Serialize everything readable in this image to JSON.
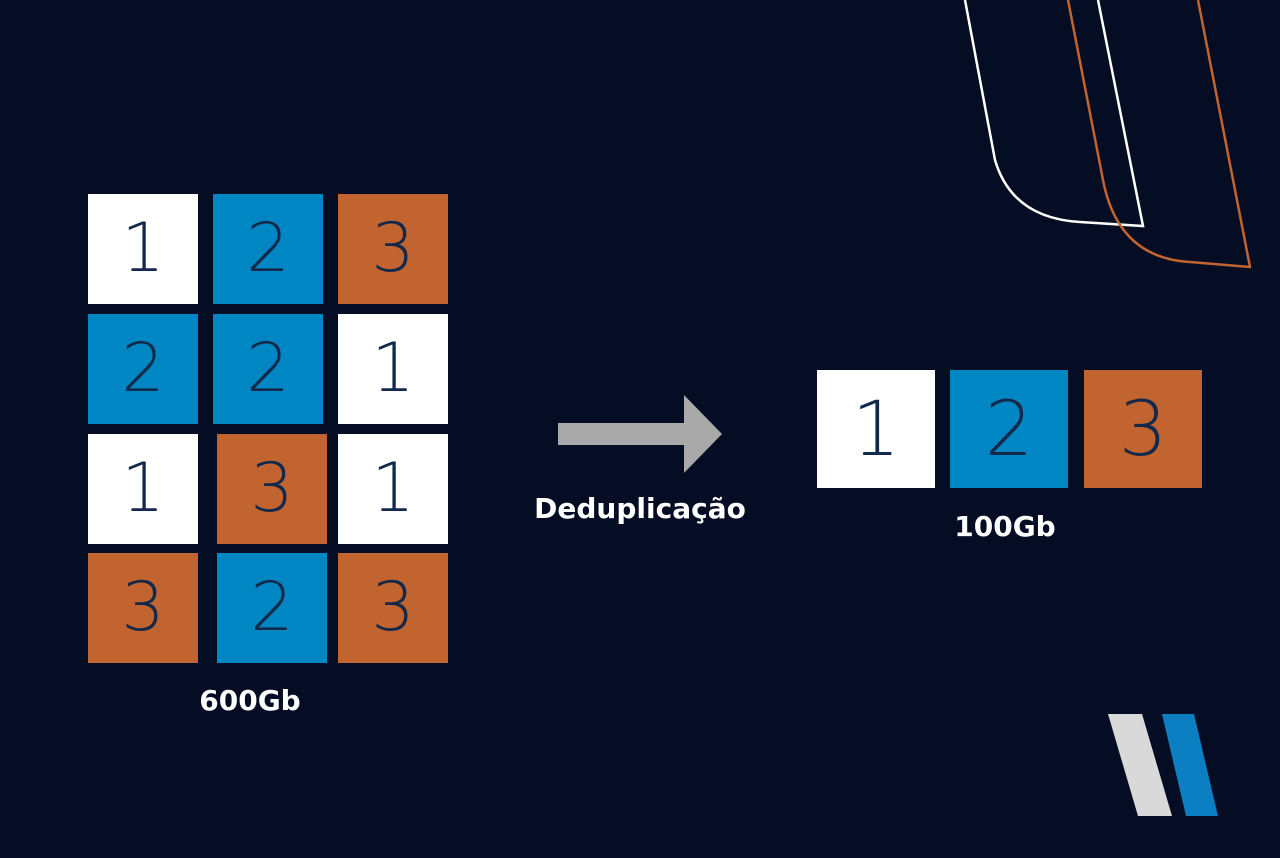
{
  "colors": {
    "background": "#050d24",
    "white_block": "#ffffff",
    "blue_block": "#0086c3",
    "orange_block": "#c2642f",
    "digit": "#13294b",
    "arrow": "#a9a9a9",
    "deco_white": "#ffffff",
    "deco_orange": "#c2642f",
    "logo_gray": "#d9d9d9",
    "logo_blue": "#0b7fc1"
  },
  "source": {
    "label": "600Gb",
    "rows": [
      [
        {
          "digit": "1",
          "color": "white"
        },
        {
          "digit": "2",
          "color": "blue"
        },
        {
          "digit": "3",
          "color": "orange"
        }
      ],
      [
        {
          "digit": "2",
          "color": "blue"
        },
        {
          "digit": "2",
          "color": "blue"
        },
        {
          "digit": "1",
          "color": "white"
        }
      ],
      [
        {
          "digit": "1",
          "color": "white"
        },
        {
          "digit": "3",
          "color": "orange"
        },
        {
          "digit": "1",
          "color": "white"
        }
      ],
      [
        {
          "digit": "3",
          "color": "orange"
        },
        {
          "digit": "2",
          "color": "blue"
        },
        {
          "digit": "3",
          "color": "orange"
        }
      ]
    ]
  },
  "process": {
    "label": "Deduplicação"
  },
  "result": {
    "label": "100Gb",
    "blocks": [
      {
        "digit": "1",
        "color": "white"
      },
      {
        "digit": "2",
        "color": "blue"
      },
      {
        "digit": "3",
        "color": "orange"
      }
    ]
  },
  "icons": {
    "arrow": "right-arrow-icon",
    "logo": "brand-logo-icon",
    "decoration": "decorative-curves-icon"
  }
}
